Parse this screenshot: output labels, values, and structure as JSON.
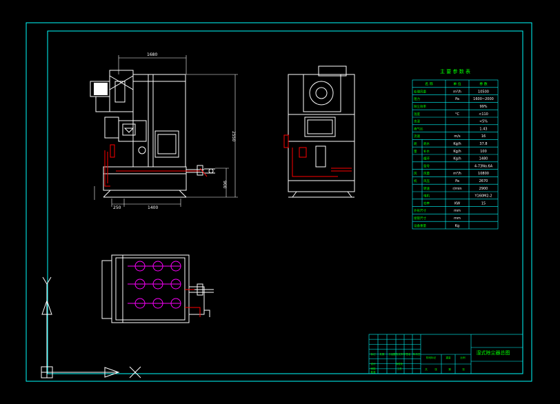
{
  "colors": {
    "background": "#000000",
    "frame": "#00ffff",
    "geometry": "#ffffff",
    "dimension": "#ffffff",
    "pipe": "#ff0000",
    "outlet": "#ff00ff",
    "chinese_text": "#00ff00"
  },
  "front_view": {
    "dim_top": "1680",
    "dim_height": "2550",
    "dim_lower": "900",
    "dim_bottom_left": "250",
    "dim_bottom_main": "1400"
  },
  "params_table": {
    "title": "主 要 参 数 表",
    "header": [
      "名  称",
      "单  位",
      "参  数"
    ],
    "rows": [
      {
        "c1": "处理风量",
        "c2": "",
        "unit": "m³/h",
        "value": "10500"
      },
      {
        "c1": "阻力",
        "c2": "",
        "unit": "Pa",
        "value": "1600~2000"
      },
      {
        "c1": "除尘效率",
        "c2": "",
        "unit": "",
        "value": "99%"
      },
      {
        "c1": "温度",
        "c2": "",
        "unit": "°C",
        "value": "<110"
      },
      {
        "c1": "含湿",
        "c2": "",
        "unit": "",
        "value": "<5%"
      },
      {
        "c1": "液气比",
        "c2": "",
        "unit": "",
        "value": "1.43"
      },
      {
        "c1": "流速",
        "c2": "",
        "unit": "m/s",
        "value": "16"
      },
      {
        "c1": "耗",
        "c2": "耗水",
        "unit": "Kg/h",
        "value": "37.8"
      },
      {
        "c1": "量",
        "c2": "补水",
        "unit": "Kg/h",
        "value": "100"
      },
      {
        "c1": "",
        "c2": "循环",
        "unit": "Kg/h",
        "value": "1480"
      },
      {
        "c1": "",
        "c2": "型号",
        "unit": "",
        "value": "4-73No.6A"
      },
      {
        "c1": "风",
        "c2": "风量",
        "unit": "m³/h",
        "value": "10800"
      },
      {
        "c1": "机",
        "c2": "风压",
        "unit": "Pa",
        "value": "2670"
      },
      {
        "c1": "",
        "c2": "转速",
        "unit": "r/min",
        "value": "2900"
      },
      {
        "c1": "",
        "c2": "电机",
        "unit": "",
        "value": "Y160M2-2"
      },
      {
        "c1": "",
        "c2": "功率",
        "unit": "KW",
        "value": "15"
      },
      {
        "c1": "外形尺寸",
        "c2": "",
        "unit": "mm",
        "value": ""
      },
      {
        "c1": "接管尺寸",
        "c2": "",
        "unit": "mm",
        "value": ""
      },
      {
        "c1": "设备重量",
        "c2": "",
        "unit": "Kg",
        "value": ""
      }
    ]
  },
  "title_block": {
    "drawing_title": "湿式除尘器总图",
    "cells": [
      "标记",
      "处数",
      "分区",
      "更改文件号",
      "签名",
      "年月日",
      "设计",
      "标准化",
      "阶段标记",
      "重量",
      "比例",
      "审核",
      "工艺",
      "批准",
      "共",
      "张",
      "第",
      "张"
    ]
  },
  "ucs": {
    "x_label": "X",
    "y_label": "Y"
  }
}
